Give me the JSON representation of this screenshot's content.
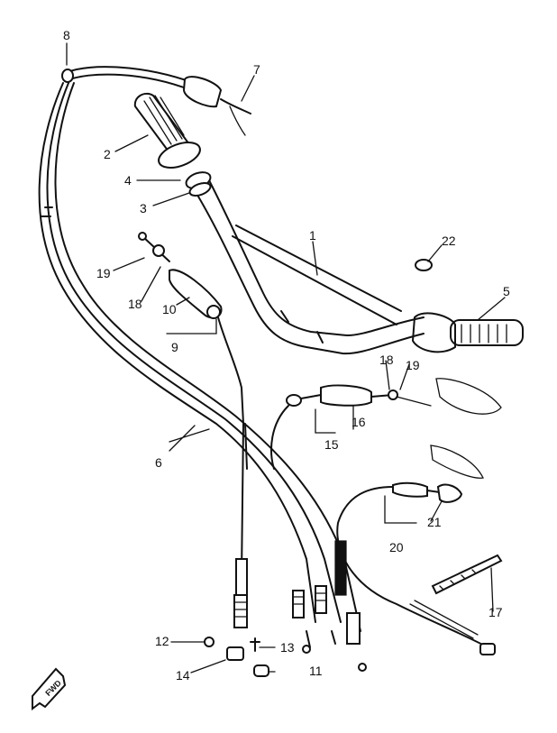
{
  "callouts": [
    "1",
    "2",
    "3",
    "4",
    "5",
    "6",
    "7",
    "8",
    "9",
    "10",
    "11",
    "12",
    "13",
    "14",
    "15",
    "16",
    "17",
    "18",
    "19",
    "20",
    "21",
    "22"
  ],
  "labels": {
    "n1": "1",
    "n2": "2",
    "n3": "3",
    "n4": "4",
    "n5": "5",
    "n6": "6",
    "n7": "7",
    "n8": "8",
    "n9": "9",
    "n10": "10",
    "n11": "11",
    "n12": "12",
    "n13": "13",
    "n14": "14",
    "n15": "15",
    "n16": "16",
    "n17": "17",
    "n18a": "18",
    "n19a": "19",
    "n18b": "18",
    "n19b": "19",
    "n20": "20",
    "n21": "21",
    "n22": "22"
  },
  "fwd_label": "FWD",
  "line_color": "#111111",
  "background": "#ffffff"
}
